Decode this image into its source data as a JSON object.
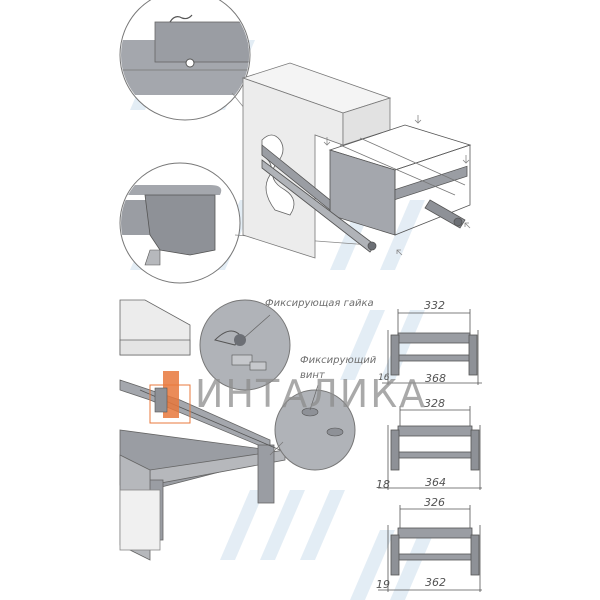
{
  "diagram": {
    "type": "assembly-instructions",
    "top_section": {
      "description": "Cabinet with pull-out drawer frame on runners",
      "detail_callouts": [
        "runner-hook-detail",
        "runner-lock-clip-detail"
      ]
    },
    "bottom_section": {
      "labels": {
        "fixing_nut": "Фиксирующая гайка",
        "fixing_screw_line1": "Фиксирующий",
        "fixing_screw_line2": "винт"
      }
    },
    "dimension_views": [
      {
        "inner_width": "332",
        "side_offset": "16",
        "outer_width": "368"
      },
      {
        "inner_width": "328",
        "side_offset": "18",
        "outer_width": "364"
      },
      {
        "inner_width": "326",
        "side_offset": "19",
        "outer_width": "362"
      }
    ],
    "watermark": {
      "text": "ИНТАЛИКА",
      "color": "#8c8c8c"
    },
    "colors": {
      "frame_gray": "#9a9da3",
      "frame_dark": "#6c6f75",
      "cabinet_light": "#ececec",
      "highlight_orange": "#e8783c",
      "line": "#555555",
      "faint_logo": "#dce9f3"
    }
  }
}
